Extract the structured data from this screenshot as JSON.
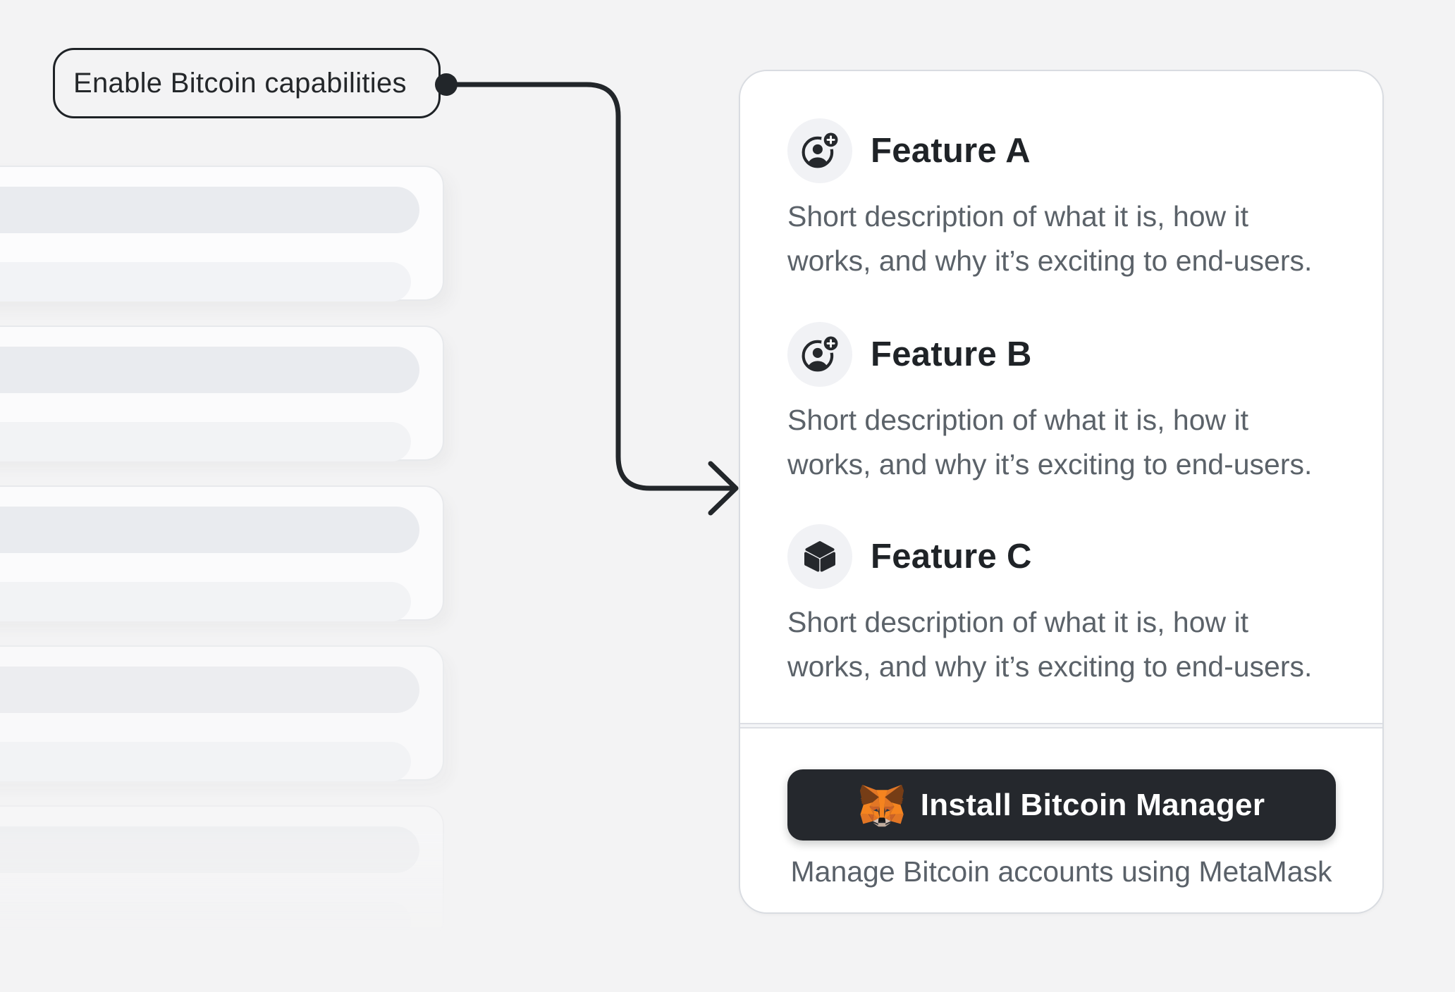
{
  "page": {
    "background_color": "#f3f3f4",
    "accent_dark": "#24272a",
    "muted_text_color": "#5b6269",
    "card_border_color": "#d9dce1",
    "badge_background": "#f1f2f5"
  },
  "annotation": {
    "label": "Enable Bitcoin capabilities"
  },
  "features": [
    {
      "title": "Feature A",
      "icon": "account-add-icon",
      "description_lines": [
        "Short description of what it is, how it",
        "works, and why it’s exciting to end-users."
      ]
    },
    {
      "title": "Feature B",
      "icon": "account-add-icon",
      "description_lines": [
        "Short description of what it is, how it",
        "works, and why it’s exciting to end-users."
      ]
    },
    {
      "title": "Feature C",
      "icon": "cube-icon",
      "description_lines": [
        "Short description of what it is, how it",
        "works, and why it’s exciting to end-users."
      ]
    }
  ],
  "footer": {
    "install_button_label": "Install Bitcoin Manager",
    "install_button_icon": "metamask-fox-icon",
    "caption": "Manage Bitcoin accounts using MetaMask"
  }
}
